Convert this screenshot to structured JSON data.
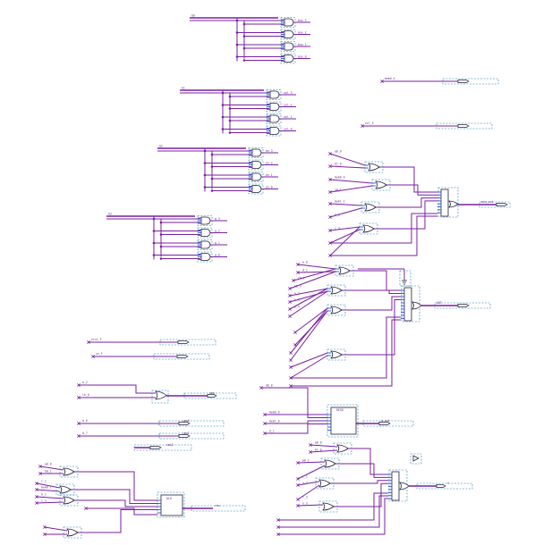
{
  "diagram": {
    "type": "gate-level schematic",
    "wire_color": "#7a1fa2",
    "instance_box_color": "#1f7fb0",
    "gate_color": "#20203a",
    "pin_color": "#2b55d6",
    "labels": {
      "bank1_in": "G0",
      "bank1_out": [
        "mux_3",
        "mux_2",
        "mux_1",
        "mux_0"
      ],
      "bank2_in": "G1",
      "bank2_out": [
        "sel_3",
        "sel_2",
        "sel_1",
        "sel_0"
      ],
      "bank3_in": "G2",
      "bank3_out": [
        "en_3",
        "en_2",
        "en_1",
        "en_0"
      ],
      "bank4_in": "G3",
      "bank4_out": [
        "q_3",
        "q_2",
        "q_1",
        "q_0"
      ],
      "top_right_1": "mem0_4",
      "top_right_2": "ctl_5",
      "mux_a_inputs": [
        "a0_0",
        "b1_0",
        "mem0_0",
        "s0_1",
        "mem1_2",
        "d_3",
        "c_3"
      ],
      "mux_a_out": "mux_out",
      "mux_b_inputs": [
        "a_0",
        "d_1",
        "r0_2",
        "m0_3",
        "n_2",
        "x_1",
        "y_4"
      ],
      "mux_b_out": "OUT",
      "left_mid": [
        "nrst_F",
        "ce_F"
      ],
      "left_low": [
        "a_2",
        "lb_0",
        "d_6",
        "d_7"
      ],
      "left_low_out": [
        "cmp",
        "cmp0",
        "cmp1",
        "cmp2"
      ],
      "center_block_name": "REG8",
      "center_block_in": [
        "d0_0",
        "mem0_0",
        "mem1_0",
        "d_1"
      ],
      "center_block_out": "q_out",
      "bottom_left_in": [
        "a0_0",
        "b0_1",
        "c_1",
        "mem0_1",
        "m_2",
        "c_3"
      ],
      "bottom_left_block": "ALU",
      "bottom_left_out": "res",
      "bottom_right_in": [
        "a0_0",
        "b1_0",
        "m0_1",
        "c_1",
        "s_2",
        "t_3",
        "u_3"
      ],
      "bottom_right_out": "Y"
    }
  }
}
